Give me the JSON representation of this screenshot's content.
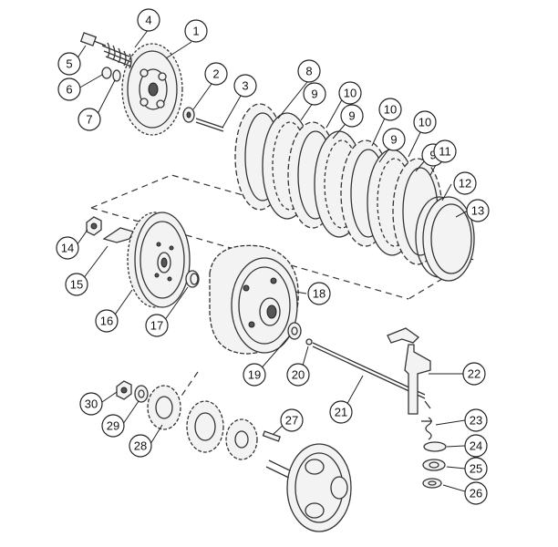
{
  "callouts": [
    {
      "id": "1",
      "label": "1"
    },
    {
      "id": "2",
      "label": "2"
    },
    {
      "id": "3",
      "label": "3"
    },
    {
      "id": "4",
      "label": "4"
    },
    {
      "id": "5",
      "label": "5"
    },
    {
      "id": "6",
      "label": "6"
    },
    {
      "id": "7",
      "label": "7"
    },
    {
      "id": "8",
      "label": "8"
    },
    {
      "id": "9a",
      "label": "9"
    },
    {
      "id": "10a",
      "label": "10"
    },
    {
      "id": "9b",
      "label": "9"
    },
    {
      "id": "10b",
      "label": "10"
    },
    {
      "id": "9c",
      "label": "9"
    },
    {
      "id": "10c",
      "label": "10"
    },
    {
      "id": "9d",
      "label": "9"
    },
    {
      "id": "11",
      "label": "11"
    },
    {
      "id": "12",
      "label": "12"
    },
    {
      "id": "13",
      "label": "13"
    },
    {
      "id": "14",
      "label": "14"
    },
    {
      "id": "15",
      "label": "15"
    },
    {
      "id": "16",
      "label": "16"
    },
    {
      "id": "17",
      "label": "17"
    },
    {
      "id": "18",
      "label": "18"
    },
    {
      "id": "19",
      "label": "19"
    },
    {
      "id": "20",
      "label": "20"
    },
    {
      "id": "21",
      "label": "21"
    },
    {
      "id": "22",
      "label": "22"
    },
    {
      "id": "23",
      "label": "23"
    },
    {
      "id": "24",
      "label": "24"
    },
    {
      "id": "25",
      "label": "25"
    },
    {
      "id": "26",
      "label": "26"
    },
    {
      "id": "27",
      "label": "27"
    },
    {
      "id": "28",
      "label": "28"
    },
    {
      "id": "29",
      "label": "29"
    },
    {
      "id": "30",
      "label": "30"
    }
  ]
}
